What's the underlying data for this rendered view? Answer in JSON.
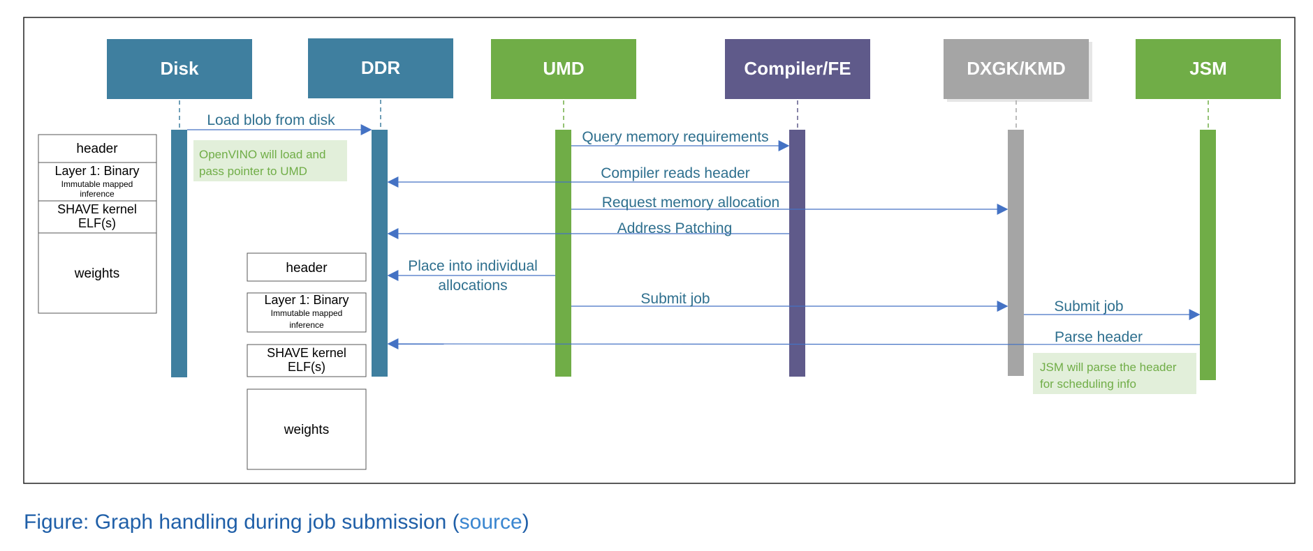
{
  "participants": [
    {
      "id": "disk",
      "label": "Disk",
      "color": "#3f7f9f"
    },
    {
      "id": "ddr",
      "label": "DDR",
      "color": "#3f7f9f"
    },
    {
      "id": "umd",
      "label": "UMD",
      "color": "#70ad47"
    },
    {
      "id": "compiler",
      "label": "Compiler/FE",
      "color": "#5f5a8a"
    },
    {
      "id": "dxgk",
      "label": "DXGK/KMD",
      "color": "#a5a5a5"
    },
    {
      "id": "jsm",
      "label": "JSM",
      "color": "#70ad47"
    }
  ],
  "messages": [
    {
      "label": "Load blob from disk"
    },
    {
      "label": "Query memory requirements"
    },
    {
      "label": "Compiler reads header"
    },
    {
      "label": "Request memory allocation"
    },
    {
      "label": "Address Patching"
    },
    {
      "label": "Place into individual",
      "label2": "allocations"
    },
    {
      "label": "Submit job"
    },
    {
      "label": "Submit job"
    },
    {
      "label": "Parse header"
    }
  ],
  "notes": [
    {
      "line1": "OpenVINO will load and",
      "line2": "pass pointer to UMD"
    },
    {
      "line1": "JSM will parse the header",
      "line2": "for scheduling info"
    }
  ],
  "disk_blob": {
    "header": "header",
    "layer_title": "Layer 1: Binary",
    "layer_sub1": "Immutable mapped",
    "layer_sub2": "inference",
    "shave1": "SHAVE kernel",
    "shave2": "ELF(s)",
    "weights": "weights"
  },
  "ddr_blob": {
    "header": "header",
    "layer_title": "Layer 1: Binary",
    "layer_sub1": "Immutable mapped",
    "layer_sub2": "inference",
    "shave1": "SHAVE kernel",
    "shave2": "ELF(s)",
    "weights": "weights"
  },
  "caption": {
    "prefix": "Figure: Graph handling during job submission (",
    "link": "source",
    "suffix": ")"
  },
  "colors": {
    "arrow": "#4472c4",
    "message_text": "#2e6f8e",
    "note_bg": "#e2efda",
    "note_text": "#70ad47"
  }
}
